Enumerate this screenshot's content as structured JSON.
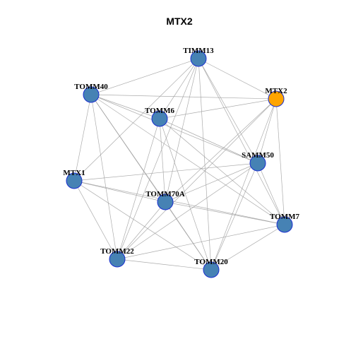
{
  "title": "MTX2",
  "colors": {
    "node_default": "#4682b4",
    "node_highlight": "#ffa500",
    "node_border": "#1a2fd0",
    "edge": "#9e9e9e"
  },
  "nodes": [
    {
      "id": "TIMM13",
      "label": "TIMM13",
      "highlight": false
    },
    {
      "id": "MTX2",
      "label": "MTX2",
      "highlight": true
    },
    {
      "id": "TOMM40",
      "label": "TOMM40",
      "highlight": false
    },
    {
      "id": "TOMM6",
      "label": "TOMM6",
      "highlight": false
    },
    {
      "id": "SAMM50",
      "label": "SAMM50",
      "highlight": false
    },
    {
      "id": "MTX1",
      "label": "MTX1",
      "highlight": false
    },
    {
      "id": "TOMM70A",
      "label": "TOMM70A",
      "highlight": false
    },
    {
      "id": "TOMM7",
      "label": "TOMM7",
      "highlight": false
    },
    {
      "id": "TOMM22",
      "label": "TOMM22",
      "highlight": false
    },
    {
      "id": "TOMM20",
      "label": "TOMM20",
      "highlight": false
    }
  ],
  "edges": [
    [
      "TOMM40",
      "TIMM13"
    ],
    [
      "TOMM40",
      "MTX2"
    ],
    [
      "TOMM40",
      "TOMM6"
    ],
    [
      "TOMM40",
      "SAMM50"
    ],
    [
      "TOMM40",
      "MTX1"
    ],
    [
      "TOMM40",
      "TOMM70A"
    ],
    [
      "TOMM40",
      "TOMM7"
    ],
    [
      "TOMM40",
      "TOMM22"
    ],
    [
      "TOMM40",
      "TOMM20"
    ],
    [
      "TIMM13",
      "MTX2"
    ],
    [
      "TIMM13",
      "TOMM6"
    ],
    [
      "TIMM13",
      "SAMM50"
    ],
    [
      "TIMM13",
      "MTX1"
    ],
    [
      "TIMM13",
      "TOMM70A"
    ],
    [
      "TIMM13",
      "TOMM7"
    ],
    [
      "TIMM13",
      "TOMM22"
    ],
    [
      "TIMM13",
      "TOMM20"
    ],
    [
      "MTX2",
      "TOMM6"
    ],
    [
      "MTX2",
      "SAMM50"
    ],
    [
      "MTX2",
      "TOMM70A"
    ],
    [
      "MTX2",
      "TOMM7"
    ],
    [
      "MTX2",
      "TOMM22"
    ],
    [
      "MTX2",
      "TOMM20"
    ],
    [
      "TOMM6",
      "SAMM50"
    ],
    [
      "TOMM6",
      "TOMM70A"
    ],
    [
      "TOMM6",
      "TOMM7"
    ],
    [
      "TOMM6",
      "TOMM22"
    ],
    [
      "TOMM6",
      "TOMM20"
    ],
    [
      "SAMM50",
      "MTX1"
    ],
    [
      "SAMM50",
      "TOMM70A"
    ],
    [
      "SAMM50",
      "TOMM7"
    ],
    [
      "SAMM50",
      "TOMM22"
    ],
    [
      "SAMM50",
      "TOMM20"
    ],
    [
      "MTX1",
      "TOMM70A"
    ],
    [
      "MTX1",
      "TOMM7"
    ],
    [
      "MTX1",
      "TOMM22"
    ],
    [
      "MTX1",
      "TOMM20"
    ],
    [
      "TOMM70A",
      "TOMM7"
    ],
    [
      "TOMM70A",
      "TOMM22"
    ],
    [
      "TOMM70A",
      "TOMM20"
    ],
    [
      "TOMM7",
      "TOMM22"
    ],
    [
      "TOMM7",
      "TOMM20"
    ],
    [
      "TOMM22",
      "TOMM20"
    ]
  ]
}
